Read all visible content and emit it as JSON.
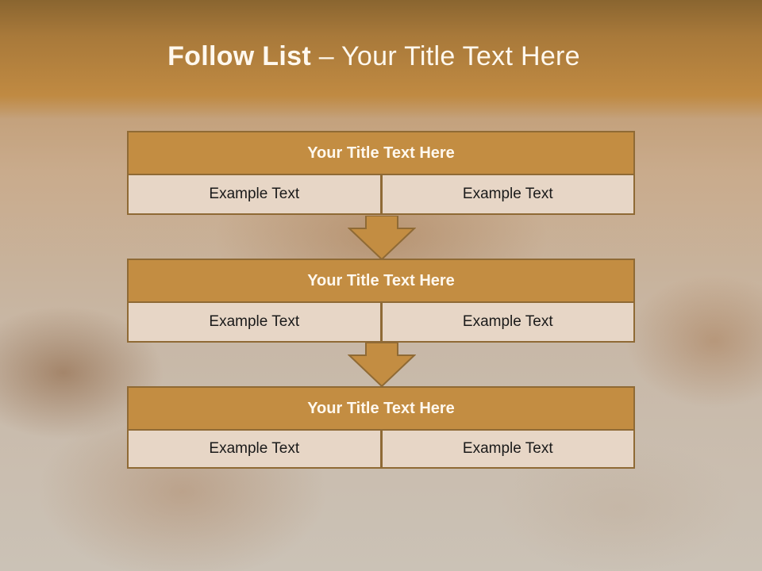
{
  "slide": {
    "title_bold": "Follow List",
    "title_rest": " – Your Title Text Here"
  },
  "blocks": [
    {
      "title": "Your Title Text Here",
      "left": "Example Text",
      "right": "Example Text"
    },
    {
      "title": "Your Title Text Here",
      "left": "Example Text",
      "right": "Example Text"
    },
    {
      "title": "Your Title Text Here",
      "left": "Example Text",
      "right": "Example Text"
    }
  ],
  "colors": {
    "accent": "#c38d42",
    "border": "#8f6a35",
    "cell": "#e7d6c6"
  }
}
